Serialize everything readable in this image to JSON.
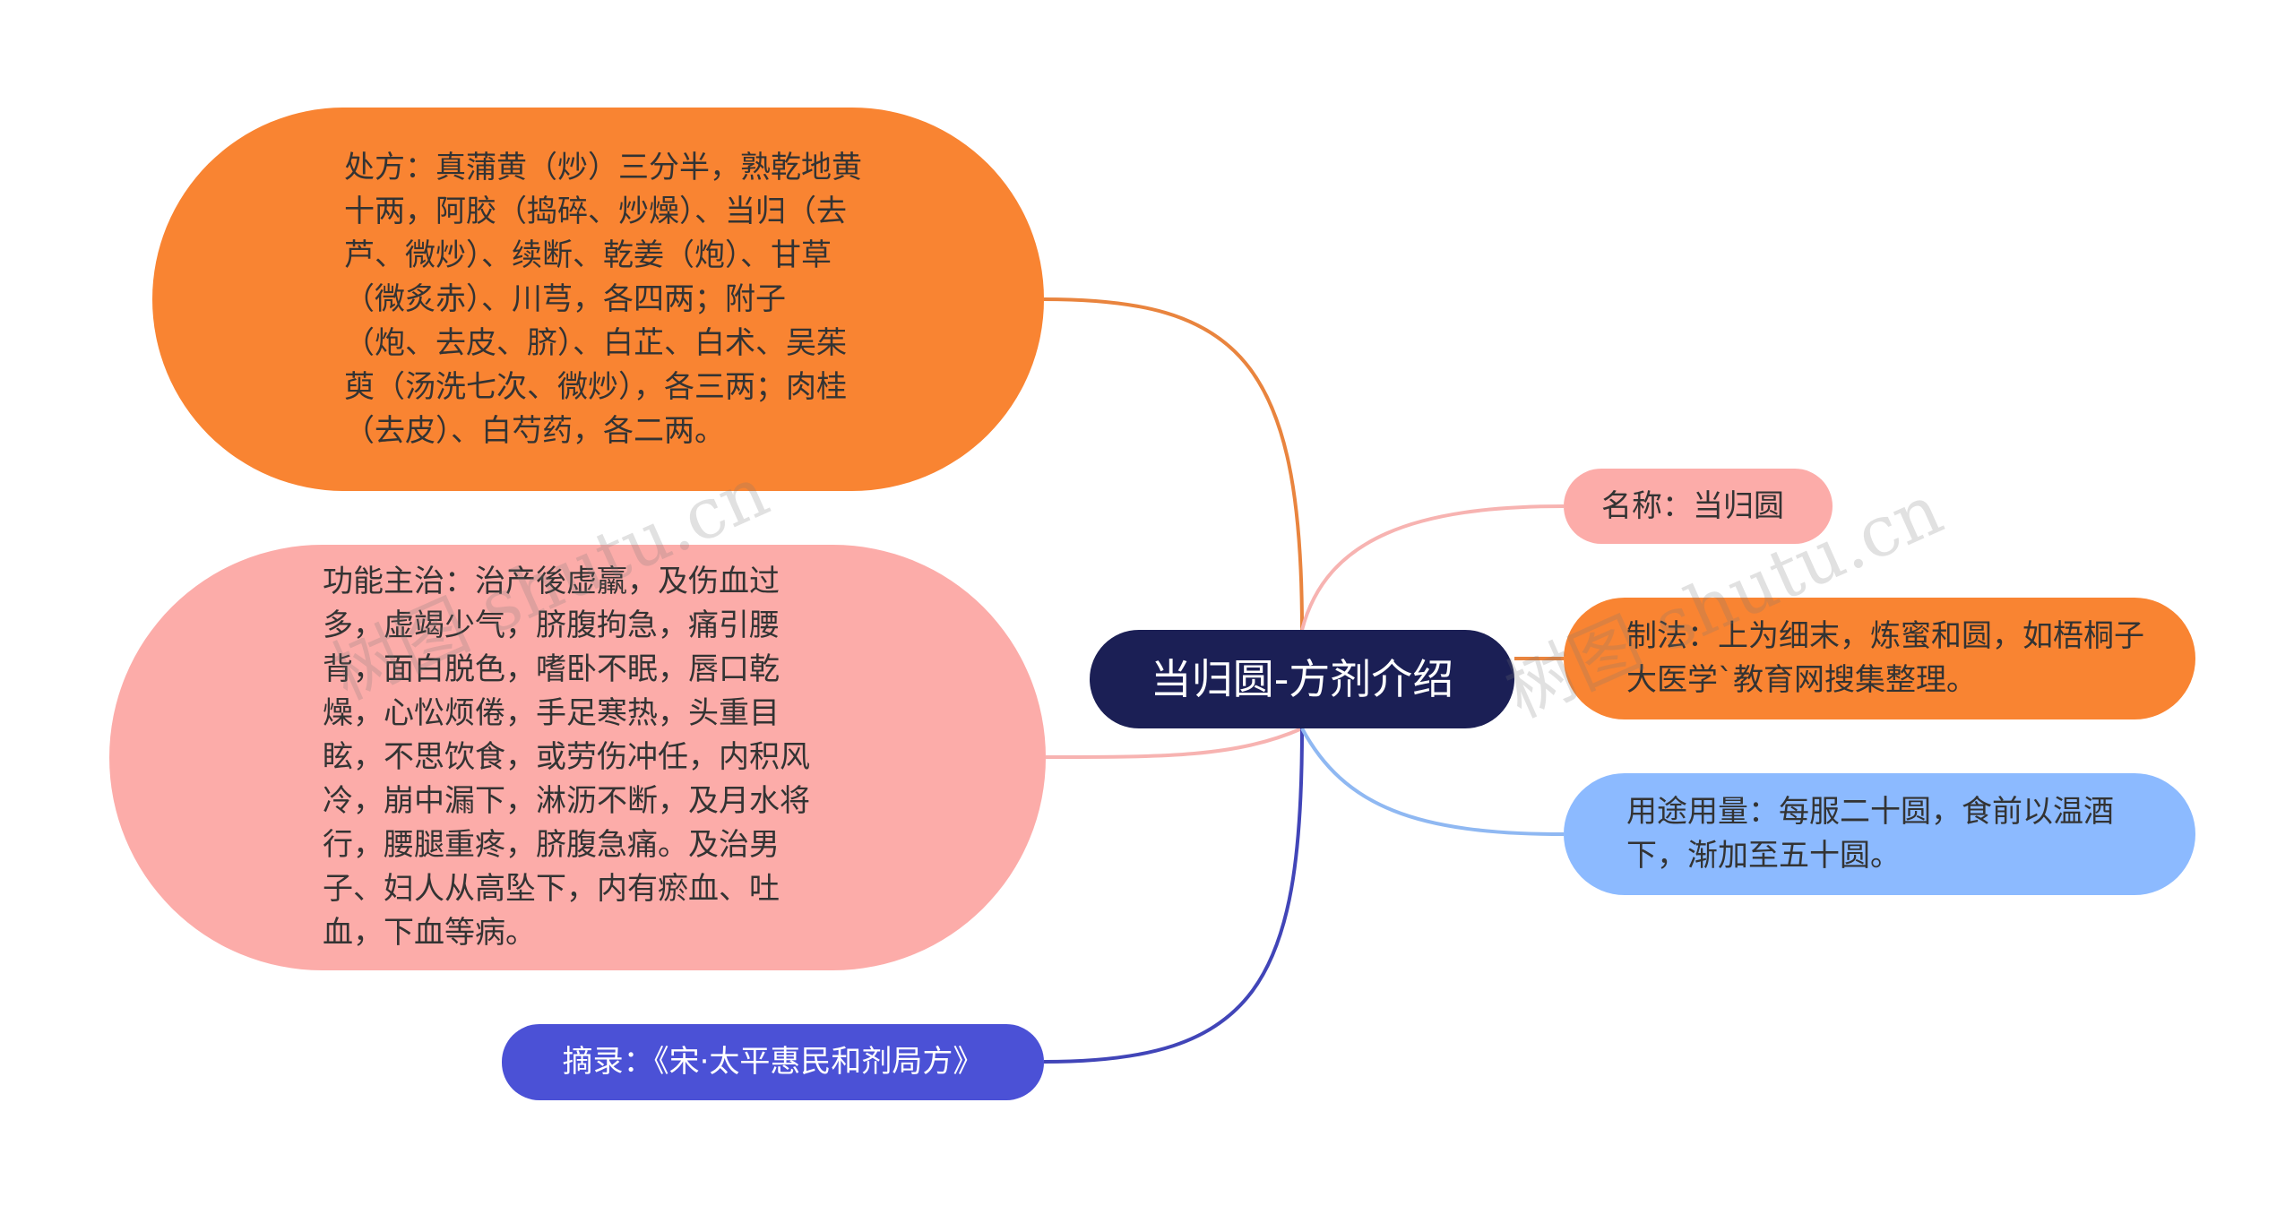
{
  "center": {
    "title": "当归圆-方剂介绍"
  },
  "left_branches": [
    {
      "id": "prescription",
      "text": "处方：真蒲黄（炒）三分半，熟乾地黄十两，阿胶（捣碎、炒燥）、当归（去芦、微炒）、续断、乾姜（炮）、甘草（微炙赤）、川芎，各四两；附子（炮、去皮、脐）、白芷、白术、吴茱萸（汤洗七次、微炒），各三两；肉桂（去皮）、白芍药，各二两。",
      "color": "#f98432",
      "line_color": "#e9843e"
    },
    {
      "id": "function",
      "text": "功能主治：治产後虚羸，及伤血过多，虚竭少气，脐腹拘急，痛引腰背，面白脱色，嗜卧不眠，唇口乾燥，心忪烦倦，手足寒热，头重目眩，不思饮食，或劳伤冲任，内积风冷，崩中漏下，淋沥不断，及月水将行，腰腿重疼，脐腹急痛。及治男子、妇人从高坠下，内有瘀血、吐血，下血等病。",
      "color": "#fcaca9",
      "line_color": "#f7b3b1"
    },
    {
      "id": "excerpt",
      "text": "摘录：《宋·太平惠民和剂局方》",
      "color": "#4b51d6",
      "line_color": "#4145b8"
    }
  ],
  "right_branches": [
    {
      "id": "name",
      "text": "名称：当归圆",
      "color": "#fcaca9",
      "line_color": "#f7b3b1"
    },
    {
      "id": "method",
      "text": "制法：上为细末，炼蜜和圆，如梧桐子大医学`教育网搜集整理。",
      "color": "#f98432",
      "line_color": "#e9843e"
    },
    {
      "id": "usage",
      "text": "用途用量：每服二十圆，食前以温酒下，渐加至五十圆。",
      "color": "#8cbaff",
      "line_color": "#8fb8f2"
    }
  ],
  "watermarks": [
    "树图 shutu.cn",
    "树图 shutu.cn"
  ]
}
